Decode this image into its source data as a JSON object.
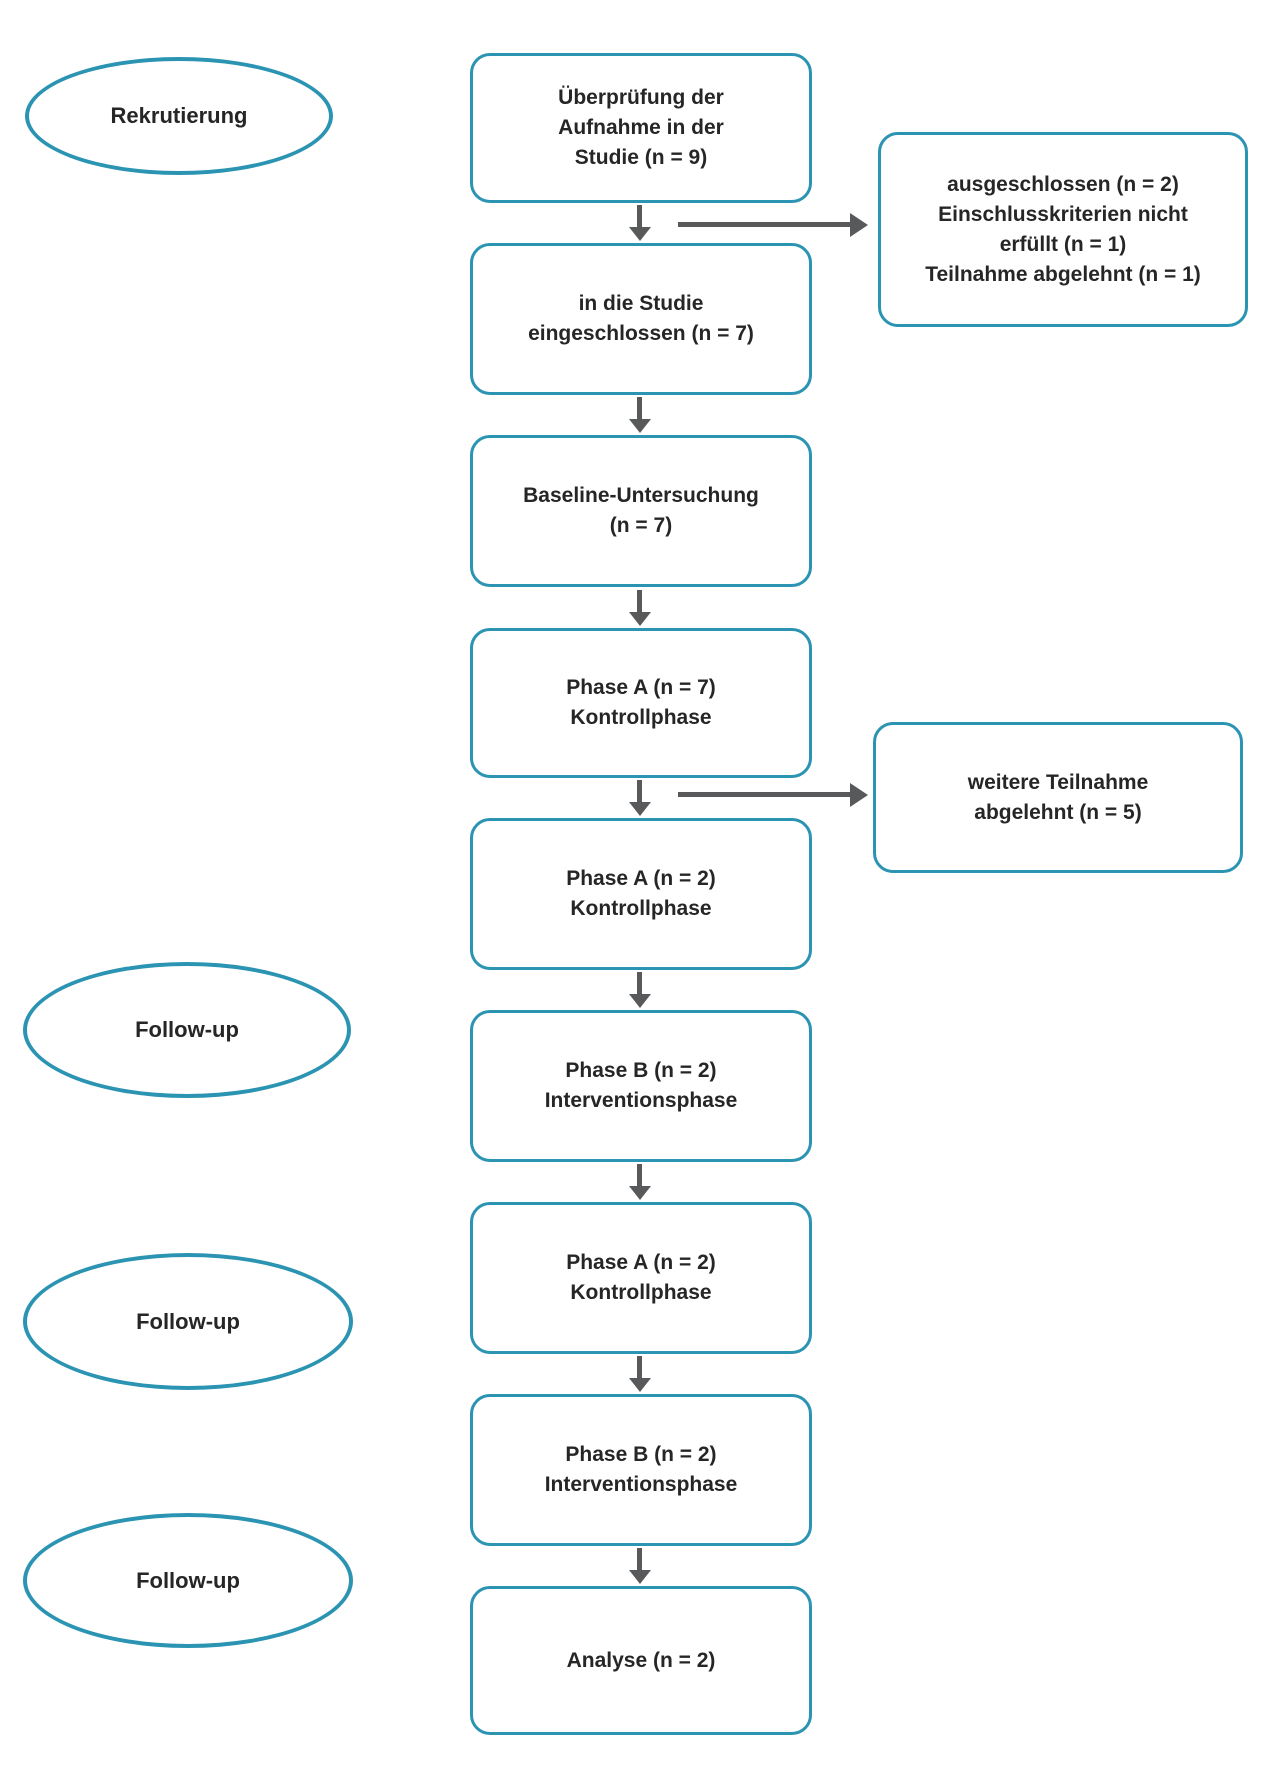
{
  "stages": {
    "recruitment": {
      "label": "Rekrutierung"
    },
    "followup_1": {
      "label": "Follow-up"
    },
    "followup_2": {
      "label": "Follow-up"
    },
    "followup_3": {
      "label": "Follow-up"
    }
  },
  "flow": {
    "screening": {
      "text": "Überprüfung der\nAufnahme in der\nStudie (n = 9)"
    },
    "included": {
      "text": "in die Studie\neingeschlossen (n = 7)"
    },
    "baseline": {
      "text": "Baseline-Untersuchung\n(n = 7)"
    },
    "phase_a_1": {
      "text": "Phase A (n = 7)\nKontrollphase"
    },
    "phase_a_2": {
      "text": "Phase A (n = 2)\nKontrollphase"
    },
    "phase_b_1": {
      "text": "Phase B (n = 2)\nInterventionsphase"
    },
    "phase_a_3": {
      "text": "Phase A (n = 2)\nKontrollphase"
    },
    "phase_b_2": {
      "text": "Phase B (n = 2)\nInterventionsphase"
    },
    "analysis": {
      "text": "Analyse (n = 2)"
    }
  },
  "exclusions": {
    "after_screening": {
      "text": "ausgeschlossen (n = 2)\nEinschlusskriterien nicht\nerfüllt (n = 1)\nTeilnahme abgelehnt (n = 1)"
    },
    "after_phase_a": {
      "text": "weitere Teilnahme\nabgelehnt (n = 5)"
    }
  },
  "colors": {
    "node_border": "#2B94B2",
    "arrow": "#58595B",
    "text": "#262626"
  }
}
